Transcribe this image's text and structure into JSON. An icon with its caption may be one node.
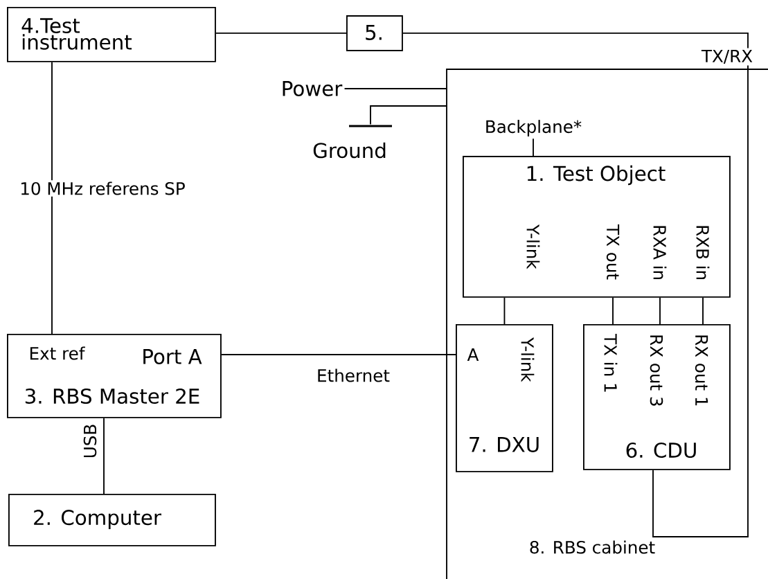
{
  "diagram": {
    "nodes": [
      {
        "text": [
          "4.Test instrument"
        ]
      },
      {
        "text": [
          "5."
        ]
      },
      {
        "text": [
          "8. RBS cabinet"
        ]
      },
      {
        "text": [
          "1. Test Object",
          "Y-link",
          "TX out",
          "RXA in",
          "RXB in"
        ],
        "in": 2
      },
      {
        "text": [
          "A",
          "Y-link",
          "7. DXU"
        ],
        "in": 2
      },
      {
        "text": [
          "TX in 1",
          "RX out 3",
          "RX out 1",
          "6. CDU"
        ],
        "in": 2
      },
      {
        "text": [
          "Ext ref",
          "Port A",
          "3. RBS Master 2E"
        ]
      },
      {
        "text": [
          "2. Computer"
        ]
      },
      {
        "text": [
          "Power"
        ]
      },
      {
        "text": [],
        "shape": "bar",
        "beside": [
          "Ground"
        ]
      },
      {
        "text": [
          "Backplane*"
        ],
        "in": 2
      }
    ],
    "edges": [
      {
        "from": 0,
        "to": 1,
        "arrow": "none"
      },
      {
        "from": 1,
        "to": 5,
        "arrow": "none",
        "label": "TX/RX"
      },
      {
        "from": 0,
        "to": 6,
        "arrow": "none",
        "label": "10 MHz referens SP"
      },
      {
        "from": 6,
        "to": 4,
        "arrow": "none",
        "label": "Ethernet"
      },
      {
        "from": 6,
        "to": 7,
        "arrow": "none",
        "label": "USB"
      },
      {
        "from": 8,
        "to": 2,
        "arrow": "none"
      },
      {
        "from": 2,
        "to": 9,
        "arrow": "none"
      },
      {
        "from": 10,
        "to": 3,
        "arrow": "none"
      },
      {
        "from": 3,
        "to": 4,
        "arrow": "none"
      },
      {
        "from": 3,
        "to": 5,
        "arrow": "none"
      },
      {
        "from": 3,
        "to": 5,
        "arrow": "none"
      },
      {
        "from": 3,
        "to": 5,
        "arrow": "none"
      }
    ]
  }
}
